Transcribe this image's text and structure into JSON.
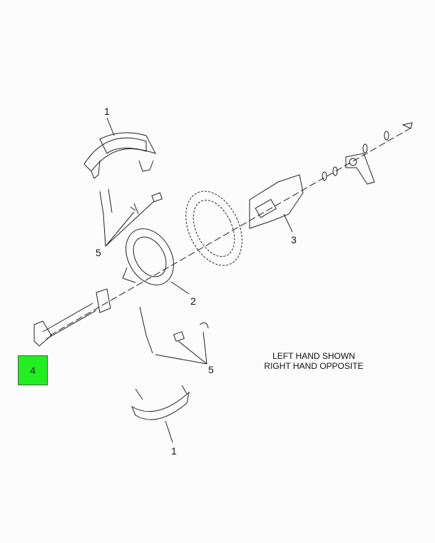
{
  "callouts": {
    "shoe_top": "1",
    "shoe_bottom": "1",
    "spider": "2",
    "chamber_bracket": "3",
    "camshaft": "4",
    "hardware_top": "5",
    "hardware_bottom": "5"
  },
  "note": {
    "line1": "LEFT HAND SHOWN",
    "line2": "RIGHT HAND OPPOSITE"
  },
  "colors": {
    "highlight": "#22ee22"
  }
}
